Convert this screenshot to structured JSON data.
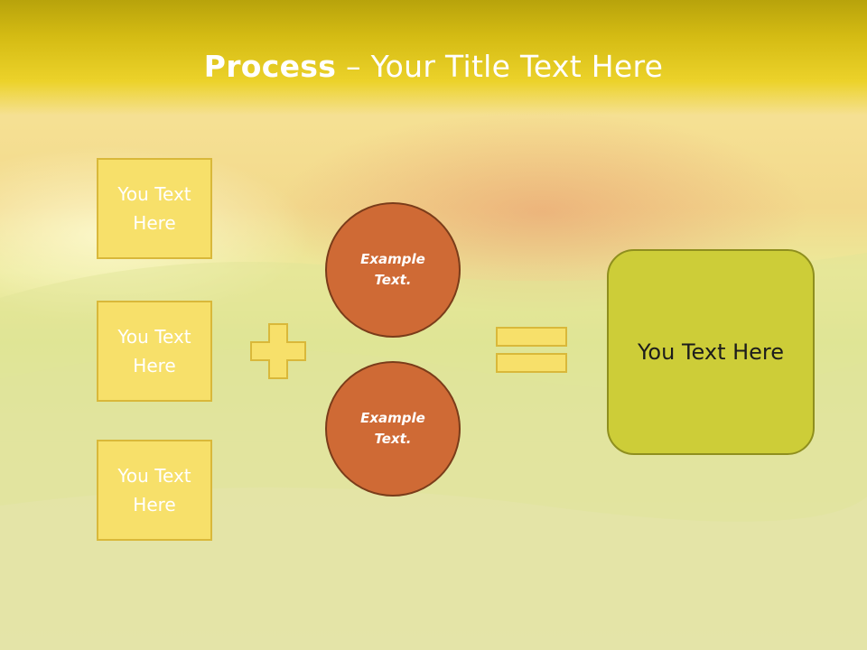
{
  "header": {
    "title_strong": "Process",
    "title_dash": " – ",
    "title_rest": "Your Title Text Here"
  },
  "inputs": [
    {
      "label": "You Text Here"
    },
    {
      "label": "You Text Here"
    },
    {
      "label": "You Text Here"
    }
  ],
  "circles": [
    {
      "label": "Example Text."
    },
    {
      "label": "Example Text."
    }
  ],
  "result": {
    "label": "You Text Here"
  },
  "icons": {
    "operator_1": "plus-icon",
    "operator_2": "equals-icon"
  },
  "colors": {
    "header": "#d4bb13",
    "input_box": "#f7e06a",
    "circle": "#cf6a35",
    "result_box": "#cdcd38",
    "operator": "#f7e06a"
  }
}
